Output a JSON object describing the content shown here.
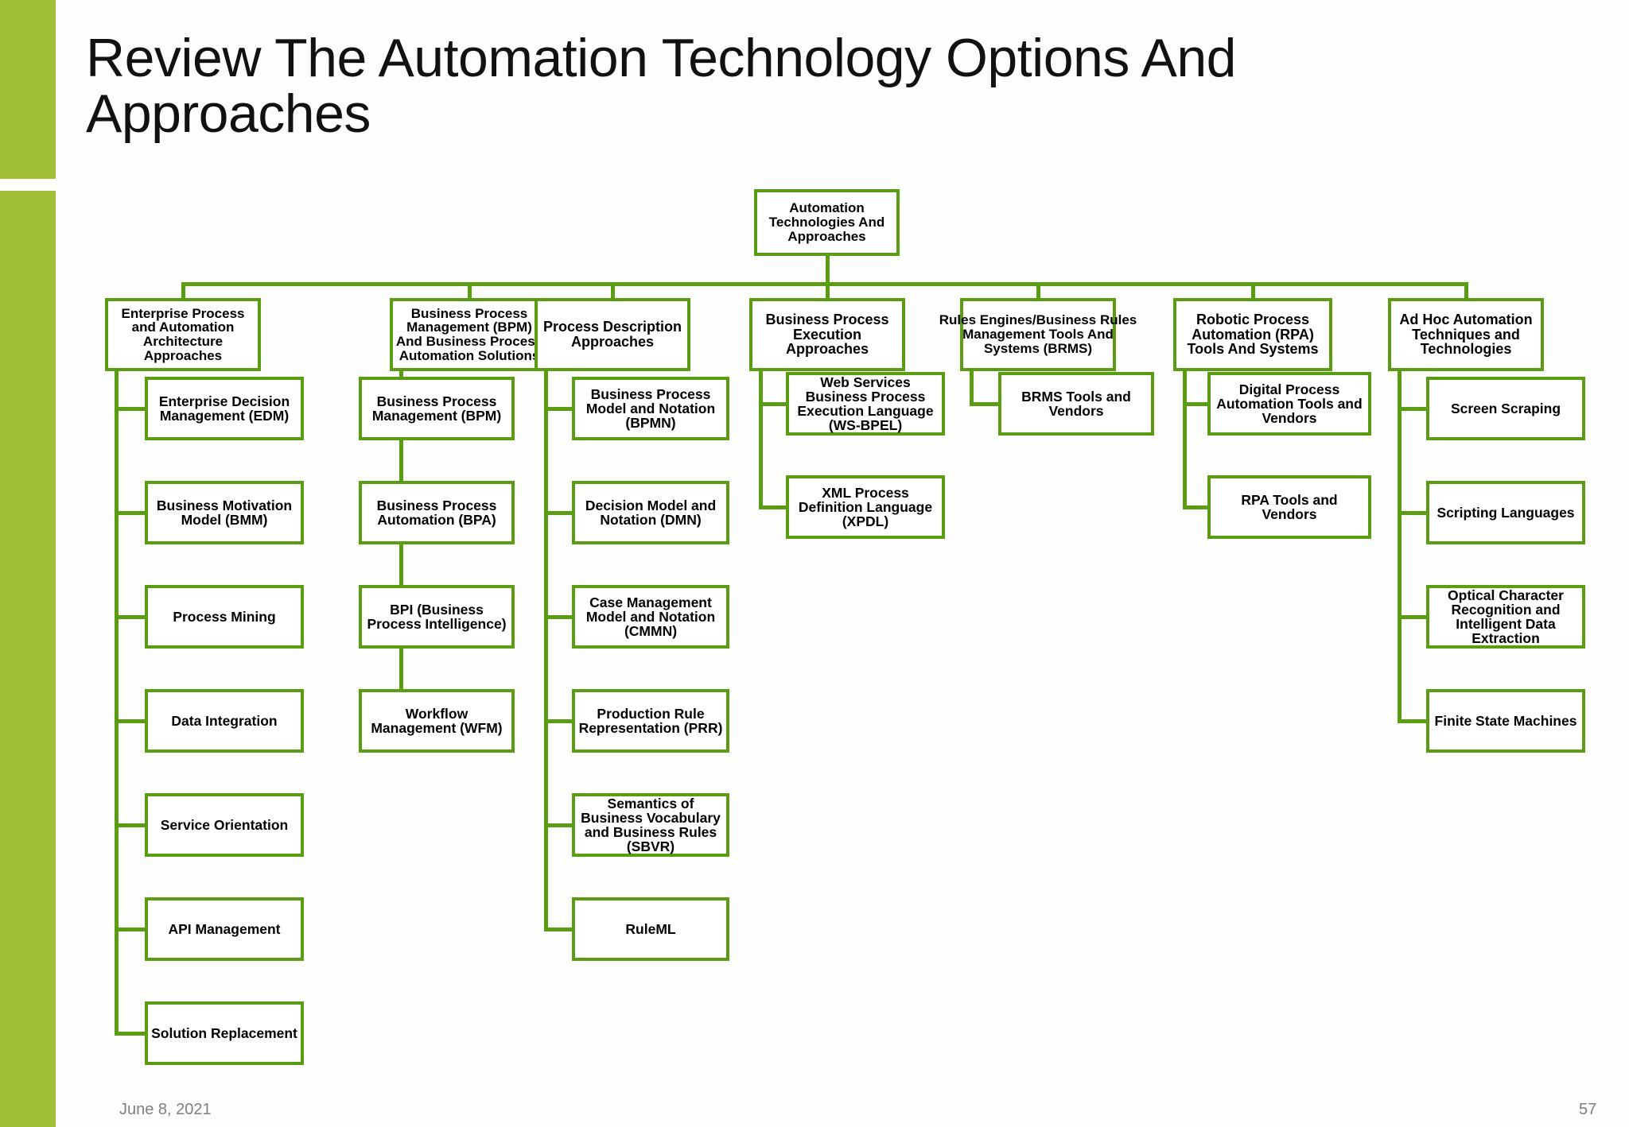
{
  "slide": {
    "title": "Review The Automation Technology Options And Approaches",
    "footer_date": "June 8, 2021",
    "page_number": "57",
    "accent_color": "#a2c037",
    "node_border_color": "#5a9c12"
  },
  "chart_data": {
    "type": "diagram",
    "title": "Automation Technologies And Approaches",
    "root": "Automation Technologies And Approaches",
    "branches": [
      {
        "label": "Enterprise Process and Automation Architecture Approaches",
        "children": [
          "Enterprise Decision Management (EDM)",
          "Business Motivation Model (BMM)",
          "Process Mining",
          "Data Integration",
          "Service Orientation",
          "API Management",
          "Solution Replacement"
        ]
      },
      {
        "label": "Business Process Management (BPM) And Business Process Automation Solutions",
        "children": [
          "Business Process Management (BPM)",
          "Business Process Automation (BPA)",
          "BPI (Business Process Intelligence)",
          "Workflow Management (WFM)"
        ]
      },
      {
        "label": "Process Description Approaches",
        "children": [
          "Business Process Model and Notation (BPMN)",
          "Decision Model and Notation (DMN)",
          "Case Management Model and Notation (CMMN)",
          "Production Rule Representation (PRR)",
          "Semantics of Business Vocabulary and Business Rules (SBVR)",
          "RuleML"
        ]
      },
      {
        "label": "Business Process Execution Approaches",
        "children": [
          "Web Services Business Process Execution Language (WS-BPEL)",
          "XML Process Definition Language (XPDL)"
        ]
      },
      {
        "label": "Rules Engines/Business Rules Management Tools And Systems (BRMS)",
        "children": [
          "BRMS Tools and Vendors"
        ]
      },
      {
        "label": "Robotic Process Automation (RPA) Tools And Systems",
        "children": [
          "Digital Process Automation Tools and Vendors",
          "RPA Tools and Vendors"
        ]
      },
      {
        "label": "Ad Hoc Automation Techniques and Technologies",
        "children": [
          "Screen Scraping",
          "Scripting Languages",
          "Optical Character Recognition and Intelligent Data Extraction",
          "Finite State Machines"
        ]
      }
    ]
  }
}
